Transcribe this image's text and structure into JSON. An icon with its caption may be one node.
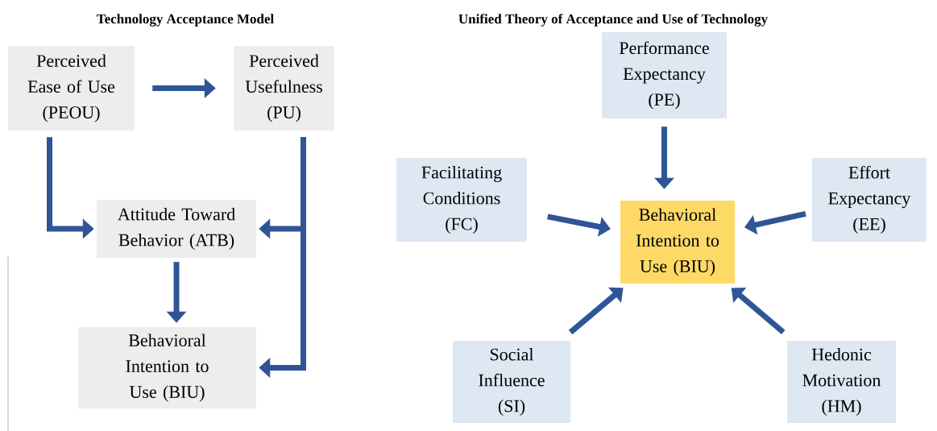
{
  "diagram": {
    "nodes": [
      {
        "text": [
          "Perceived Ease of Use (PEOU)"
        ]
      },
      {
        "text": [
          "Perceived Usefulness (PU)"
        ]
      },
      {
        "text": [
          "Attitude Toward Behavior (ATB)"
        ]
      },
      {
        "text": [
          "Behavioral Intention to Use (BIU)"
        ]
      },
      {
        "text": [
          "Performance Expectancy (PE)"
        ]
      },
      {
        "text": [
          "Facilitating Conditions (FC)"
        ]
      },
      {
        "text": [
          "Behavioral Intention to Use (BIU)"
        ]
      },
      {
        "text": [
          "Effort Expectancy (EE)"
        ]
      },
      {
        "text": [
          "Social Influence (SI)"
        ]
      },
      {
        "text": [
          "Hedonic Motivation (HM)"
        ]
      }
    ],
    "edges": [
      {
        "from": 0,
        "to": 1,
        "arrow": "to"
      },
      {
        "from": 0,
        "to": 2,
        "arrow": "to"
      },
      {
        "from": 1,
        "to": 2,
        "arrow": "to"
      },
      {
        "from": 1,
        "to": 3,
        "arrow": "to"
      },
      {
        "from": 2,
        "to": 3,
        "arrow": "to"
      },
      {
        "from": 4,
        "to": 6,
        "arrow": "to"
      },
      {
        "from": 5,
        "to": 6,
        "arrow": "to"
      },
      {
        "from": 7,
        "to": 6,
        "arrow": "to"
      },
      {
        "from": 8,
        "to": 6,
        "arrow": "to"
      },
      {
        "from": 9,
        "to": 6,
        "arrow": "to"
      }
    ],
    "labels": [
      "Technology Acceptance Model",
      "Unified Theory of Acceptance and Use of Technology"
    ]
  }
}
